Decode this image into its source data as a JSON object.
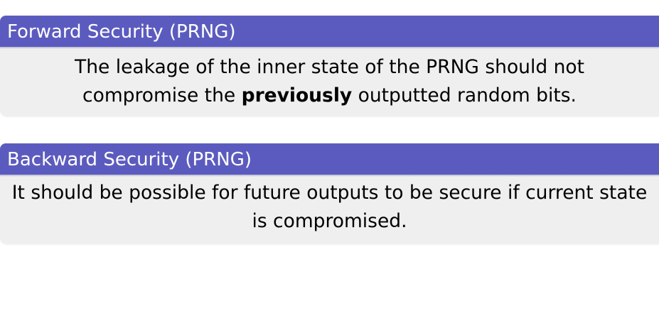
{
  "blocks": {
    "forward": {
      "title": "Forward Security (PRNG)",
      "line1": "The leakage of the inner state of the PRNG should not",
      "line2_before": "compromise the ",
      "line2_bold": "previously",
      "line2_after": " outputted random bits."
    },
    "backward": {
      "title": "Backward Security (PRNG)",
      "line1": "It should be possible for future outputs to be secure if current state",
      "line2": "is compromised."
    }
  },
  "colors": {
    "title_bar": "#5b5bbf",
    "body_background": "#efefef",
    "title_text": "#ffffff"
  }
}
